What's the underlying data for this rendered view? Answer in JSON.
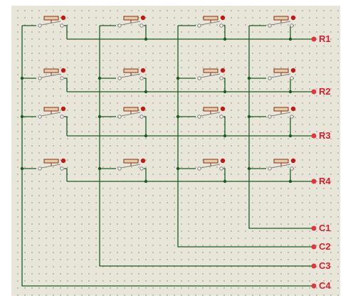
{
  "colors": {
    "canvas": "#e8e6d8",
    "grid_dot": "#7f7f7f",
    "wire": "#1a5c24",
    "switch_body": "#8a2a20",
    "switch_fill": "#e4cfa2",
    "switch_dot": "#c01818",
    "pin": "#808080",
    "terminal": "#e2363e",
    "label": "#d81e2c"
  },
  "terminals": {
    "rows": [
      "R1",
      "R2",
      "R3",
      "R4"
    ],
    "cols": [
      "C1",
      "C2",
      "C3",
      "C4"
    ]
  }
}
